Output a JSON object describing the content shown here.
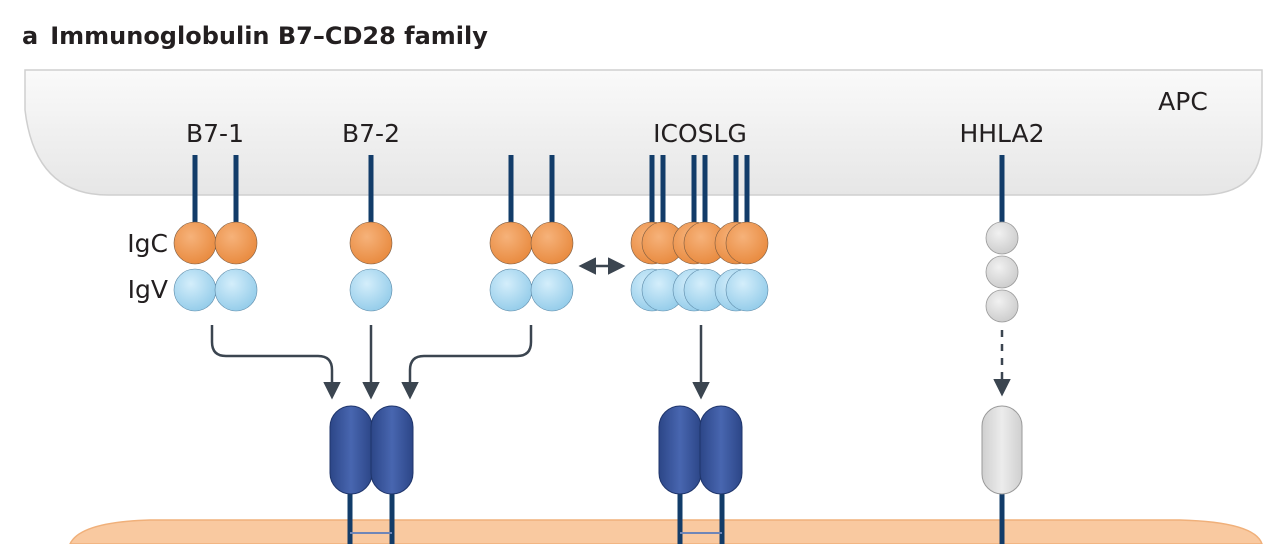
{
  "panel": {
    "letter": "a",
    "title": "Immunoglobulin B7–CD28 family"
  },
  "cell_top": {
    "label": "APC"
  },
  "ligands": [
    {
      "id": "b7-1",
      "label": "B7-1"
    },
    {
      "id": "b7-2",
      "label": "B7-2"
    },
    {
      "id": "unlabeled",
      "label": ""
    },
    {
      "id": "icoslg",
      "label": "ICOSLG"
    },
    {
      "id": "hhla2",
      "label": "HHLA2"
    }
  ],
  "domains": {
    "igc": "IgC",
    "igv": "IgV"
  },
  "colors": {
    "membrane": "#efefef",
    "membrane_edge": "#cfcfcf",
    "t_cell": "#f9c9a0",
    "stalk": "#123c69",
    "igc": "#ec9650",
    "igv": "#a8d8f1",
    "receptor": "#35539b",
    "grey_domain": "#dcdcdc",
    "arrow": "#3b4550"
  }
}
